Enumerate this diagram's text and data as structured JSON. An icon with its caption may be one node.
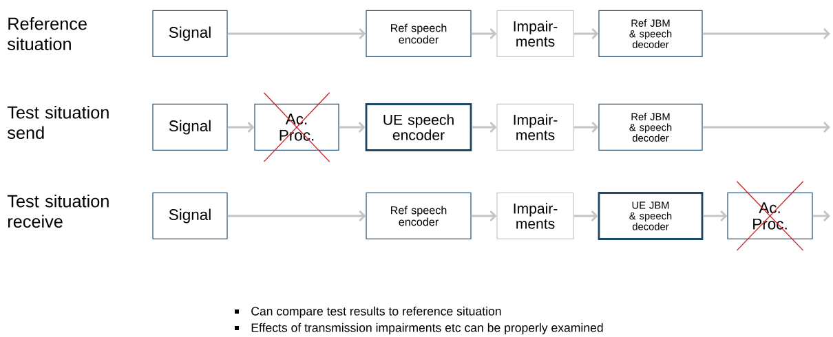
{
  "diagram": {
    "nodes": [
      {
        "text": [
          "Signal"
        ]
      },
      {
        "text": [
          "Ref speech encoder"
        ]
      },
      {
        "text": [
          "Impair- ments"
        ]
      },
      {
        "text": [
          "Ref JBM & speech decoder"
        ]
      },
      {
        "text": [
          "Signal"
        ]
      },
      {
        "text": [
          "Ac. Proc."
        ]
      },
      {
        "text": [
          "UE speech encoder"
        ]
      },
      {
        "text": [
          "Impair- ments"
        ]
      },
      {
        "text": [
          "Ref JBM & speech decoder"
        ]
      },
      {
        "text": [
          "Signal"
        ]
      },
      {
        "text": [
          "Ref speech encoder"
        ]
      },
      {
        "text": [
          "Impair- ments"
        ]
      },
      {
        "text": [
          "UE JBM & speech decoder"
        ]
      },
      {
        "text": [
          "Ac. Proc."
        ]
      }
    ],
    "edges": [
      {
        "from": 0,
        "to": 1,
        "arrow": "to"
      },
      {
        "from": 1,
        "to": 2,
        "arrow": "to"
      },
      {
        "from": 2,
        "to": 3,
        "arrow": "to"
      },
      {
        "from": 3,
        "to": null,
        "arrow": "to"
      },
      {
        "from": 4,
        "to": 5,
        "arrow": "to"
      },
      {
        "from": 5,
        "to": 6,
        "arrow": "to"
      },
      {
        "from": 6,
        "to": 7,
        "arrow": "to"
      },
      {
        "from": 7,
        "to": 8,
        "arrow": "to"
      },
      {
        "from": 8,
        "to": null,
        "arrow": "to"
      },
      {
        "from": 9,
        "to": 10,
        "arrow": "to"
      },
      {
        "from": 10,
        "to": 11,
        "arrow": "to"
      },
      {
        "from": 11,
        "to": 12,
        "arrow": "to"
      },
      {
        "from": 12,
        "to": 13,
        "arrow": "to"
      },
      {
        "from": 13,
        "to": null,
        "arrow": "to"
      }
    ],
    "labels": [
      "Reference situation",
      "Test situation send",
      "Test situation receive",
      "Can compare test results to reference situation",
      "Effects of transmission impairments etc can be properly examined"
    ]
  }
}
